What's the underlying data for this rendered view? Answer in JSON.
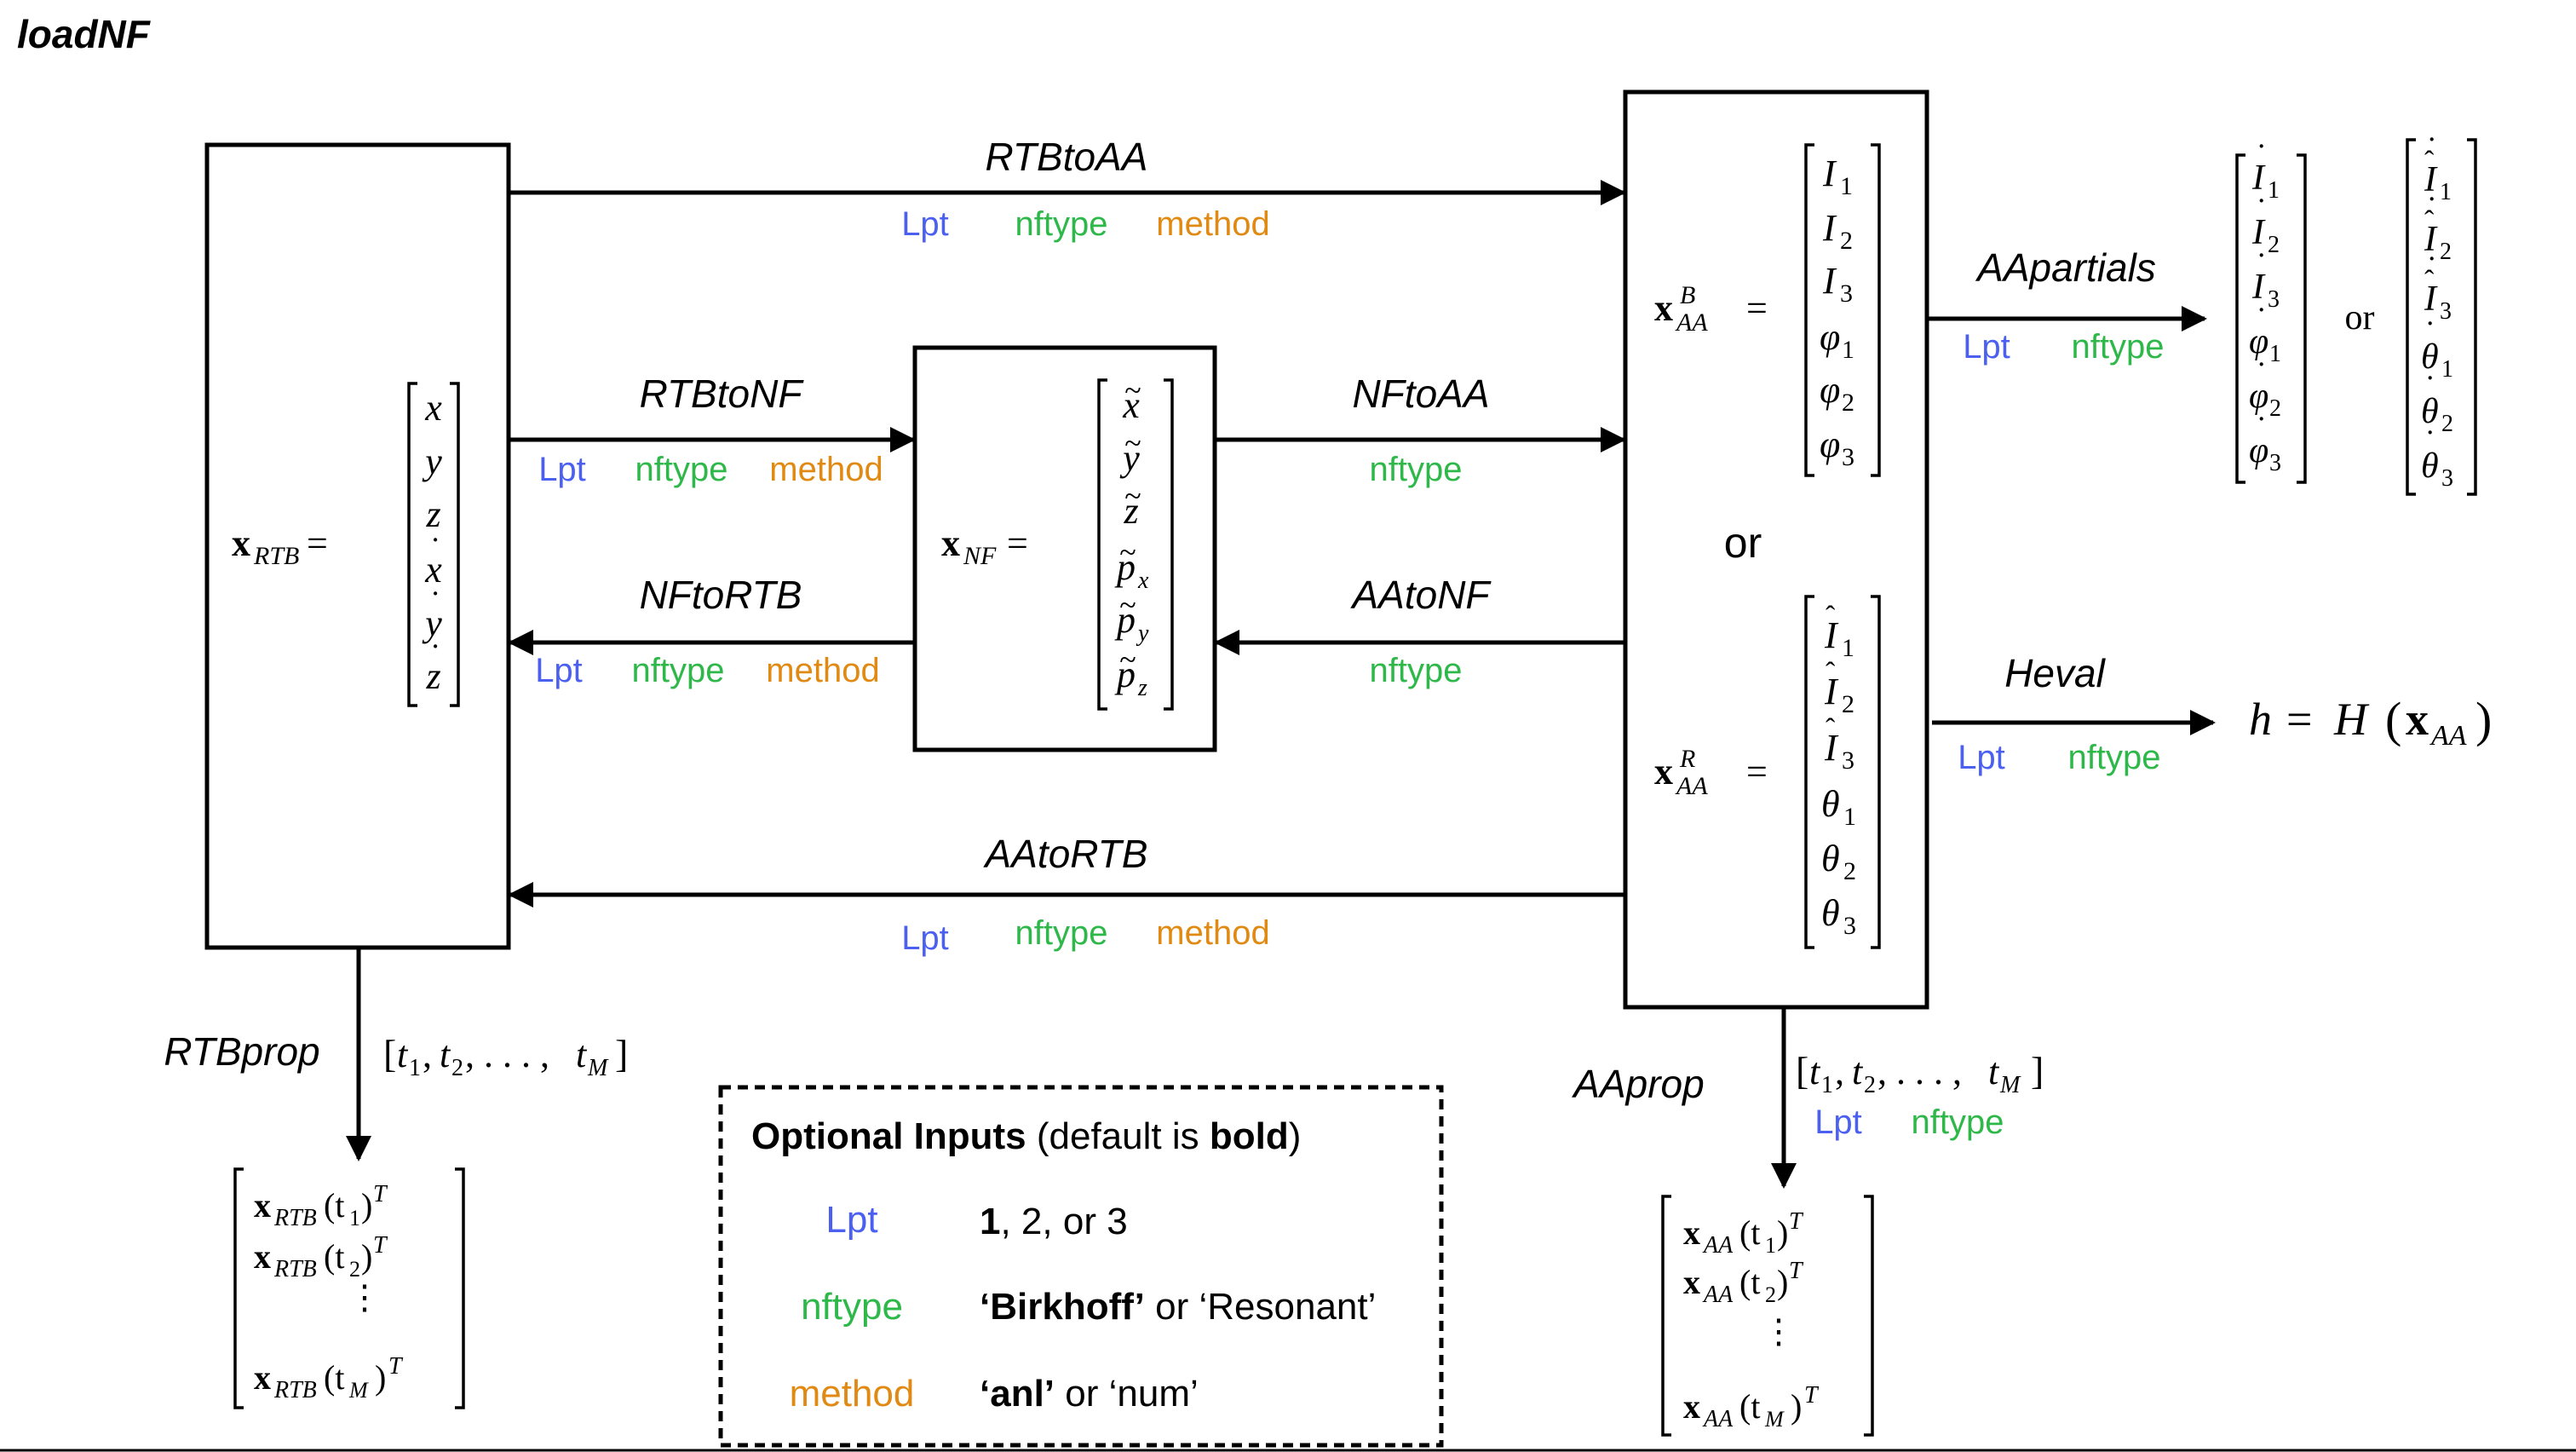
{
  "title": "loadNF",
  "colors": {
    "lpt": "#4b5ff0",
    "nftype": "#2fb84a",
    "method": "#e08a14"
  },
  "opt_labels": {
    "lpt": "Lpt",
    "nftype": "nftype",
    "method": "method"
  },
  "functions": {
    "rtb_to_aa": "RTBtoAA",
    "rtb_to_nf": "RTBtoNF",
    "nf_to_aa": "NFtoAA",
    "nf_to_rtb": "NFtoRTB",
    "aa_to_nf": "AAtoNF",
    "aa_to_rtb": "AAtoRTB",
    "aa_partials": "AApartials",
    "heval": "Heval",
    "rtb_prop": "RTBprop",
    "aa_prop": "AAprop"
  },
  "or_label": "or",
  "legend": {
    "title_bold": "Optional Inputs",
    "title_rest_open": " (default is ",
    "title_bold2": "bold",
    "title_rest_close": ")",
    "rows": [
      {
        "key": "lpt",
        "label": "Lpt",
        "parts": [
          {
            "t": "1",
            "b": true
          },
          {
            "t": ", 2, or 3",
            "b": false
          }
        ]
      },
      {
        "key": "nftype",
        "label": "nftype",
        "parts": [
          {
            "t": "‘Birkhoff’",
            "b": true
          },
          {
            "t": " or ‘Resonant’",
            "b": false
          }
        ]
      },
      {
        "key": "method",
        "label": "method",
        "parts": [
          {
            "t": "‘anl’",
            "b": true
          },
          {
            "t": " or ‘num’",
            "b": false
          }
        ]
      }
    ]
  }
}
